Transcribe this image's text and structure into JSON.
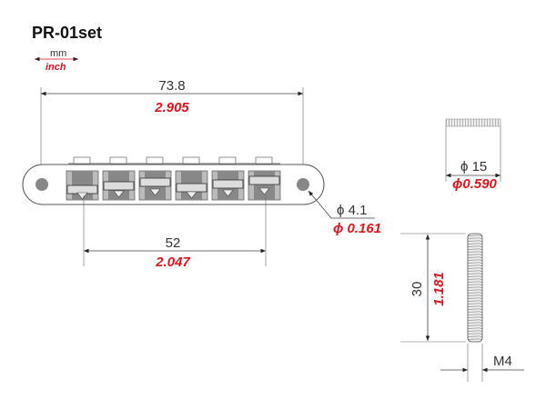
{
  "title": "PR-01set",
  "units": {
    "metric": "mm",
    "imperial": "inch"
  },
  "colors": {
    "imperial": "#e0141b",
    "metric": "#333333"
  },
  "dimensions": {
    "overall_length": {
      "mm": "73.8",
      "inch": "2.905"
    },
    "string_spacing": {
      "mm": "52",
      "inch": "2.047"
    },
    "post_hole_diameter": {
      "mm": "ϕ 4.1",
      "inch": "ϕ 0.161"
    },
    "knob_diameter": {
      "mm": "ϕ 15",
      "inch": "ϕ0.590"
    },
    "stud_length": {
      "mm": "30",
      "inch": "1.181"
    },
    "thread": {
      "label": "M4"
    }
  },
  "saddle_count": 6
}
